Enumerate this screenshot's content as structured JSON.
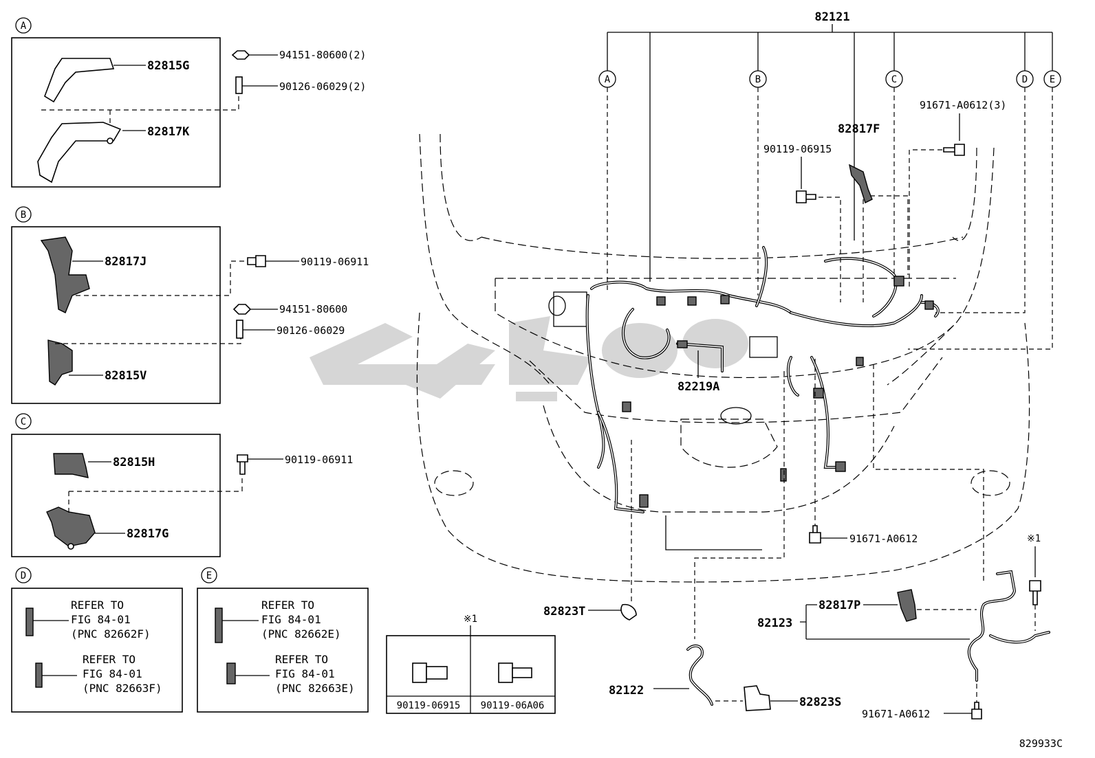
{
  "section_letters": {
    "a": "A",
    "b": "B",
    "c": "C",
    "d": "D",
    "e": "E"
  },
  "parts": {
    "p82815G": "82815G",
    "p82817K": "82817K",
    "p94151_80600_2": "94151-80600(2)",
    "p90126_06029_2": "90126-06029(2)",
    "p82817J": "82817J",
    "p82815V": "82815V",
    "p90119_06911_b": "90119-06911",
    "p94151_80600": "94151-80600",
    "p90126_06029": "90126-06029",
    "p82815H": "82815H",
    "p82817G": "82817G",
    "p90119_06911_c": "90119-06911",
    "p82121": "82121",
    "p82817F": "82817F",
    "p90119_06915": "90119-06915",
    "p91671_A0612_3": "91671-A0612(3)",
    "p82219A": "82219A",
    "p91671_A0612_mid": "91671-A0612",
    "p82823T": "82823T",
    "p82817P": "82817P",
    "p82123": "82123",
    "p82122": "82122",
    "p82823S": "82823S",
    "p91671_A0612_bot": "91671-A0612"
  },
  "refer": {
    "d1": [
      "REFER TO",
      "FIG 84-01",
      "(PNC 82662F)"
    ],
    "d2": [
      "REFER TO",
      "FIG 84-01",
      "(PNC 82663F)"
    ],
    "e1": [
      "REFER TO",
      "FIG 84-01",
      "(PNC 82662E)"
    ],
    "e2": [
      "REFER TO",
      "FIG 84-01",
      "(PNC 82663E)"
    ]
  },
  "note_mark": "※1",
  "bolt_table": {
    "mark": "※1",
    "cols": [
      "90119-06915",
      "90119-06A06"
    ]
  },
  "diagram_code": "829933C",
  "icons": [
    "bolt-icon",
    "nut-icon",
    "stud-icon",
    "clip-icon"
  ]
}
